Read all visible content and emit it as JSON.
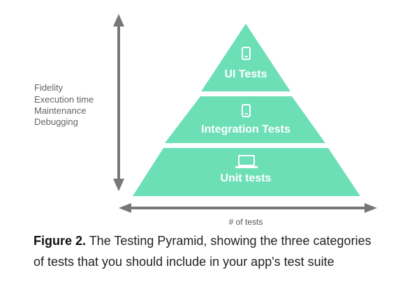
{
  "colors": {
    "tier_fill": "#6ddfb7",
    "arrow": "#777777",
    "label_white": "#ffffff"
  },
  "pyramid": {
    "tiers": [
      {
        "label": "UI Tests",
        "icon": "phone-icon"
      },
      {
        "label": "Integration Tests",
        "icon": "phone-icon"
      },
      {
        "label": "Unit tests",
        "icon": "laptop-icon"
      }
    ]
  },
  "vertical_axis": {
    "labels": [
      "Fidelity",
      "Execution time",
      "Maintenance",
      "Debugging"
    ]
  },
  "horizontal_axis": {
    "label": "# of tests"
  },
  "caption": {
    "figure_label": "Figure 2.",
    "text": " The Testing Pyramid, showing the three categories of tests that you should include in your app's test suite"
  }
}
